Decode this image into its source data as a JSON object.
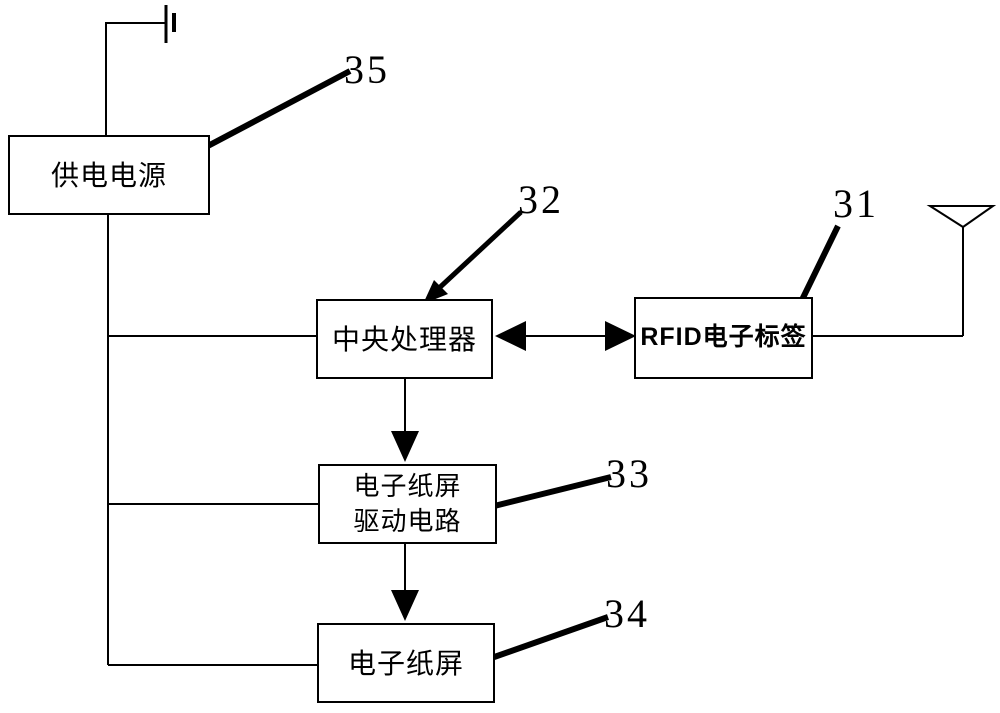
{
  "nodes": {
    "power_supply": {
      "label": "供电电源",
      "ref": "35"
    },
    "cpu": {
      "label": "中央处理器",
      "ref": "32"
    },
    "rfid_tag": {
      "label": "RFID电子标签",
      "ref": "31"
    },
    "epaper_driver": {
      "line1": "电子纸屏",
      "line2": "驱动电路",
      "ref": "33"
    },
    "epaper": {
      "label": "电子纸屏",
      "ref": "34"
    }
  },
  "colors": {
    "ink": "#000000",
    "paper": "#ffffff"
  }
}
